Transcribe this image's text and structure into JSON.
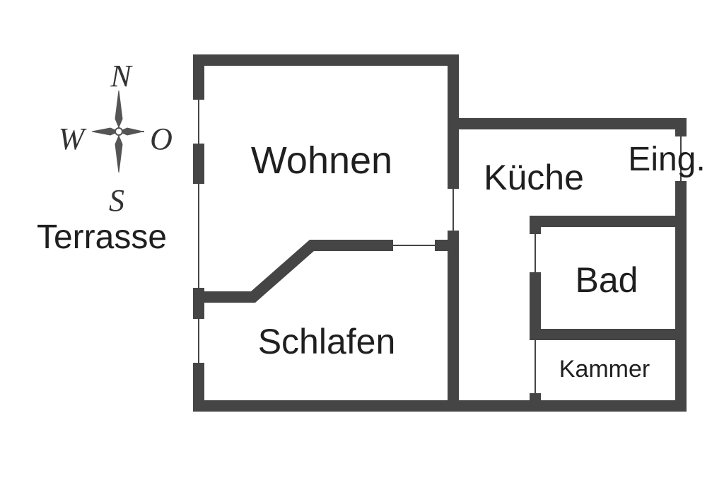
{
  "compass": {
    "north": "N",
    "south": "S",
    "west": "W",
    "east": "O"
  },
  "rooms": {
    "wohnen": "Wohnen",
    "kueche": "Küche",
    "eingang": "Eing.",
    "terrasse": "Terrasse",
    "bad": "Bad",
    "schlafen": "Schlafen",
    "kammer": "Kammer"
  },
  "colors": {
    "wall": "#454545",
    "text": "#1f1f1f",
    "background": "#ffffff"
  }
}
